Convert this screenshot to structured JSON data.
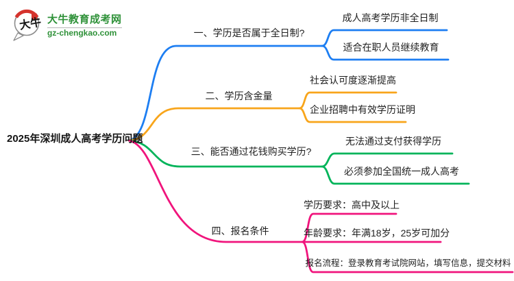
{
  "logo": {
    "mark_text": "大牛",
    "site_name": "大牛教育成考网",
    "site_url": "gz-chengkao.com",
    "green": "#2e9138",
    "red": "#d5332d"
  },
  "mindmap": {
    "root": "2025年深圳成人高考学历问题",
    "branches": [
      {
        "label": "一、学历是否属于全日制?",
        "color": "#1d7ef2",
        "children": [
          "成人高考学历非全日制",
          "适合在职人员继续教育"
        ]
      },
      {
        "label": "二、学历含金量",
        "color": "#f8a51b",
        "children": [
          "社会认可度逐渐提高",
          "企业招聘中有效学历证明"
        ]
      },
      {
        "label": "三、能否通过花钱购买学历?",
        "color": "#00b45a",
        "children": [
          "无法通过支付获得学历",
          "必须参加全国统一成人高考"
        ]
      },
      {
        "label": "四、报名条件",
        "color": "#f0147c",
        "children": [
          "学历要求：高中及以上",
          "年龄要求：年满18岁，25岁可加分",
          "报名流程：登录教育考试院网站，填写信息，提交材料"
        ]
      }
    ]
  },
  "colors": {
    "background": "#ffffff",
    "text": "#1f1f1f",
    "branch_blue": "#1d7ef2",
    "branch_orange": "#f8a51b",
    "branch_green": "#00b45a",
    "branch_pink": "#f0147c"
  }
}
